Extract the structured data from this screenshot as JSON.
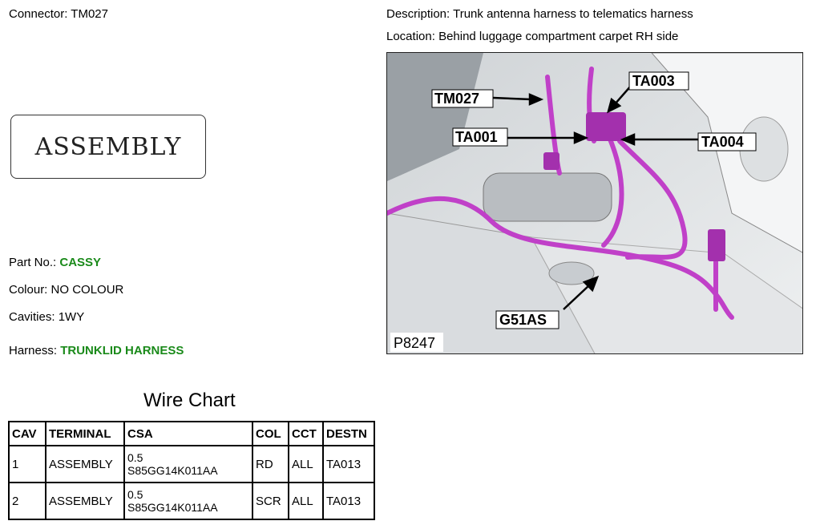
{
  "header": {
    "connector_label": "Connector:",
    "connector_value": "TM027",
    "description_label": "Description:",
    "description_value": "Trunk antenna harness to telematics harness",
    "location_label": "Location:",
    "location_value": "Behind luggage compartment carpet RH side"
  },
  "assembly_image_text": "ASSEMBLY",
  "details": {
    "part_no_label": "Part No.:",
    "part_no_value": "CASSY",
    "colour_label": "Colour:",
    "colour_value": "NO COLOUR",
    "cavities_label": "Cavities:",
    "cavities_value": "1WY",
    "harness_label": "Harness:",
    "harness_value": "TRUNKLID HARNESS"
  },
  "wire_chart": {
    "title": "Wire Chart",
    "columns": [
      "CAV",
      "TERMINAL",
      "CSA",
      "COL",
      "CCT",
      "DESTN"
    ],
    "rows": [
      {
        "cav": "1",
        "terminal": "ASSEMBLY",
        "csa_size": "0.5",
        "csa_part": "S85GG14K011AA",
        "col": "RD",
        "cct": "ALL",
        "destn": "TA013"
      },
      {
        "cav": "2",
        "terminal": "ASSEMBLY",
        "csa_size": "0.5",
        "csa_part": "S85GG14K011AA",
        "col": "SCR",
        "cct": "ALL",
        "destn": "TA013"
      }
    ]
  },
  "photo": {
    "callouts": {
      "tm027": "TM027",
      "ta003": "TA003",
      "ta001": "TA001",
      "ta004": "TA004",
      "g51as": "G51AS"
    },
    "figure_id": "P8247"
  },
  "colors": {
    "accent_green": "#1a8a1a",
    "harness_magenta": "#c040c8"
  }
}
